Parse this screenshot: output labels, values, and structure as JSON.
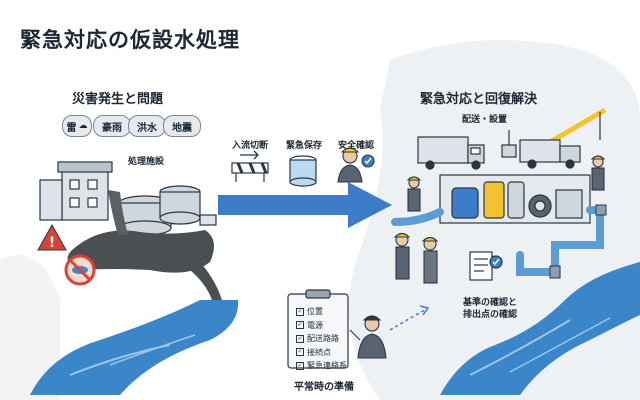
{
  "title": "緊急対応の仮設水処理",
  "left": {
    "heading": "災害発生と問題",
    "disasters": [
      {
        "label": "雷",
        "icon": "storm-cloud-icon"
      },
      {
        "label": "豪雨",
        "icon": ""
      },
      {
        "label": "洪水",
        "icon": ""
      },
      {
        "label": "地震",
        "icon": ""
      }
    ],
    "facility_label": "処理施設"
  },
  "middle": {
    "steps": [
      "入流切断",
      "緊急保存",
      "安全確認"
    ]
  },
  "right": {
    "heading": "緊急対応と回復解決",
    "delivery_label": "配送・設置",
    "standards_label": [
      "基準の確認と",
      "排出点の確認"
    ]
  },
  "prep": {
    "items": [
      "位置",
      "電源",
      "配送路路",
      "接続点",
      "緊急連絡系"
    ],
    "caption": "平常時の準備"
  },
  "colors": {
    "water": "#3a86c8",
    "arrow": "#3d7cc9",
    "sludge": "#4a4f52",
    "pipe": "#5c9bd4",
    "bg_blob": "#eef1f4"
  }
}
